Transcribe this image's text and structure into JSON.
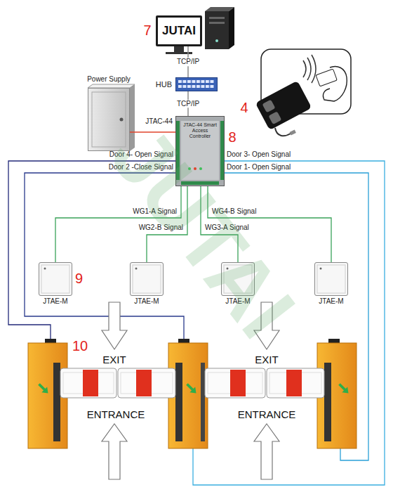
{
  "diagram": {
    "nodes": [
      {
        "text": [
          "JUTAI"
        ]
      },
      {
        "text": [
          "HUB"
        ]
      },
      {
        "text": [
          "Power Supply"
        ]
      },
      {
        "text": [
          "JTAC-44",
          "JTAC-44 Smart Access Controller"
        ]
      },
      {
        "text": [
          "JTAE-M"
        ]
      },
      {
        "text": [
          "JTAE-M"
        ]
      },
      {
        "text": [
          "JTAE-M"
        ]
      },
      {
        "text": [
          "JTAE-M"
        ]
      }
    ],
    "edges": [
      {
        "from": 0,
        "to": 1,
        "label": "TCP/IP",
        "arrow": "none"
      },
      {
        "from": 1,
        "to": 3,
        "label": "TCP/IP",
        "arrow": "none"
      },
      {
        "from": 2,
        "to": 3,
        "arrow": "none"
      },
      {
        "from": 3,
        "to": 4,
        "label": "WG1-A Signal",
        "arrow": "none"
      },
      {
        "from": 3,
        "to": 5,
        "label": "WG2-B Signal",
        "arrow": "none"
      },
      {
        "from": 3,
        "to": 6,
        "label": "WG3-A Signal",
        "arrow": "none"
      },
      {
        "from": 3,
        "to": 7,
        "label": "WG4-B Signal",
        "arrow": "none"
      }
    ],
    "labels": [
      "7",
      "4",
      "8",
      "Door 4- Open Signal",
      "Door 2 -Close Signal",
      "Door 3- Open Signal",
      "Door 1- Open Signal",
      "9",
      "10",
      "EXIT",
      "ENTRANCE",
      "EXIT",
      "ENTRANCE",
      "JUTAI"
    ]
  }
}
